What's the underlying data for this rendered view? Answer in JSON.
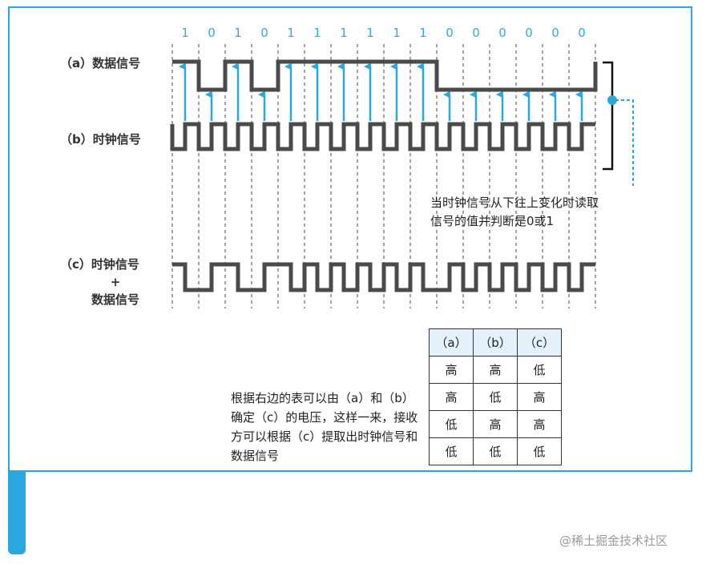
{
  "bits": [
    "1",
    "0",
    "1",
    "0",
    "1",
    "1",
    "1",
    "1",
    "1",
    "1",
    "0",
    "0",
    "0",
    "0",
    "0",
    "0"
  ],
  "labels": {
    "a": "（a）数据信号",
    "b": "（b）时钟信号",
    "c_line1": "（c）时钟信号",
    "c_plus": "+",
    "c_line2": "数据信号"
  },
  "annotation": {
    "line1": "当时钟信号从下往上变化时读取",
    "line2": "信号的值并判断是0或1"
  },
  "table": {
    "headers": [
      "（a）",
      "（b）",
      "（c）"
    ],
    "rows": [
      [
        "高",
        "高",
        "低"
      ],
      [
        "高",
        "低",
        "高"
      ],
      [
        "低",
        "高",
        "高"
      ],
      [
        "低",
        "低",
        "低"
      ]
    ]
  },
  "description": "根据右边的表可以由（a）和（b）确定（c）的电压，这样一来，接收方可以根据（c）提取出时钟信号和数据信号",
  "watermark": "@稀土掘金技术社区",
  "colors": {
    "accent": "#29a8df",
    "signal": "#4a4a4a",
    "arrow": "#29a8df"
  }
}
